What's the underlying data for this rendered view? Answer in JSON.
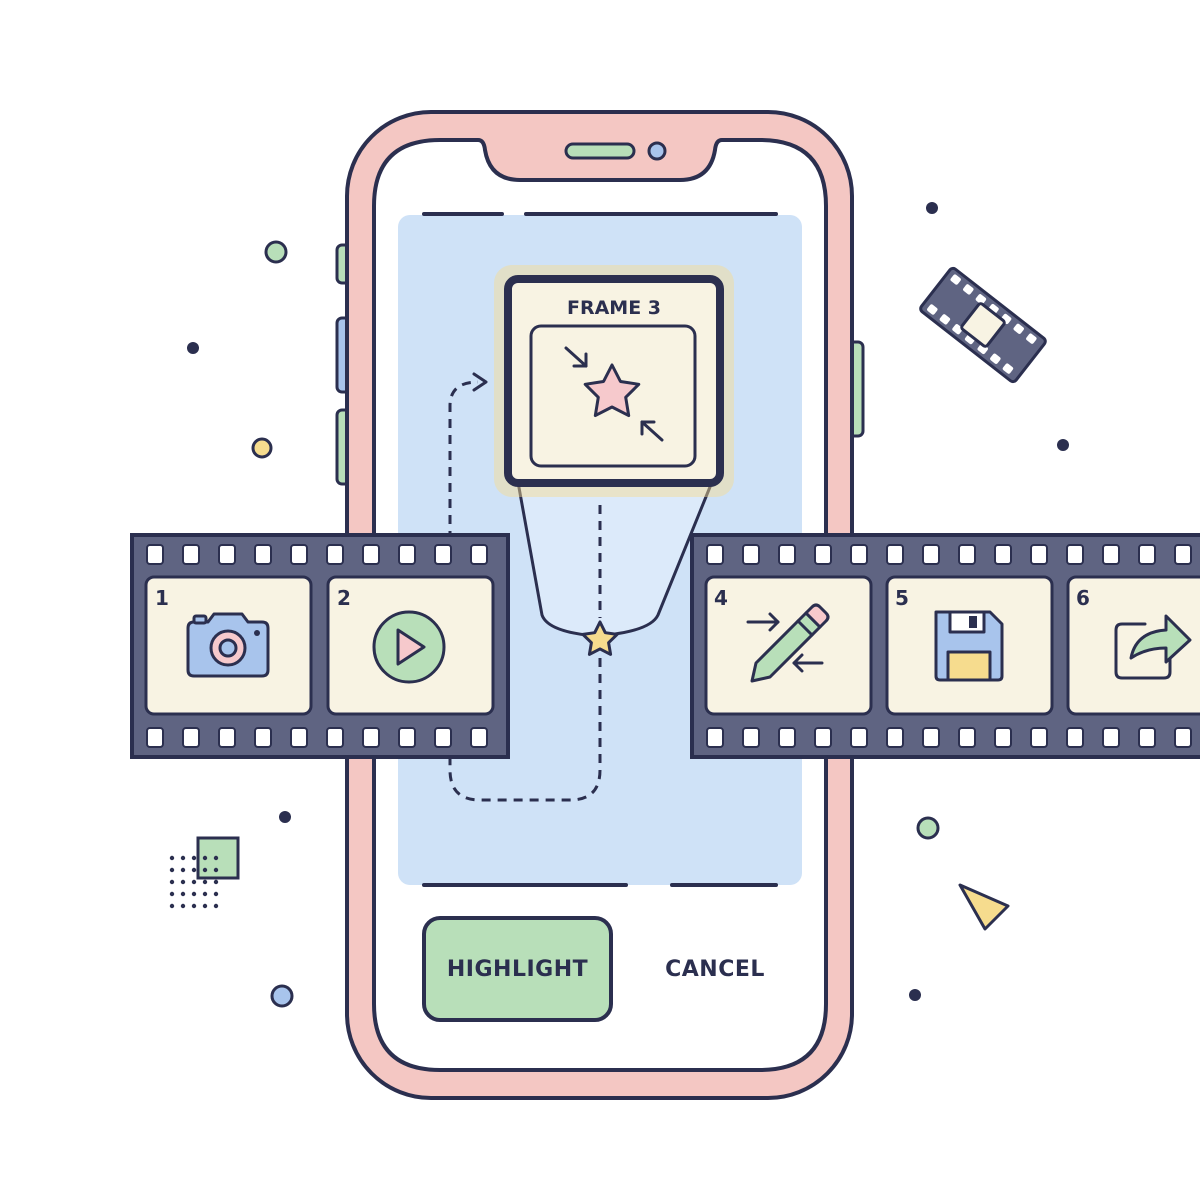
{
  "colors": {
    "ink": "#2b2f4f",
    "phone_body": "#f4c7c3",
    "screen_bg": "#cfe2f7",
    "film": "#5f6482",
    "frame_cream": "#f8f3e3",
    "green": "#b8dfb9",
    "yellow": "#f6dc8e",
    "pink": "#f6c9cc",
    "blue": "#a8c4ec"
  },
  "selected_frame": {
    "title": "FRAME 3",
    "icon": "star-icon",
    "highlight_icon": "collapse-arrows-icon"
  },
  "filmstrip": {
    "frames": [
      {
        "number": "1",
        "icon": "camera-icon"
      },
      {
        "number": "2",
        "icon": "play-icon"
      },
      {
        "number": "4",
        "icon": "edit-pencil-icon"
      },
      {
        "number": "5",
        "icon": "save-disk-icon"
      },
      {
        "number": "6",
        "icon": "share-icon"
      }
    ]
  },
  "actions": {
    "highlight_label": "HIGHLIGHT",
    "cancel_label": "CANCEL"
  },
  "decorations": {
    "film_icon": "film-strip-icon"
  }
}
